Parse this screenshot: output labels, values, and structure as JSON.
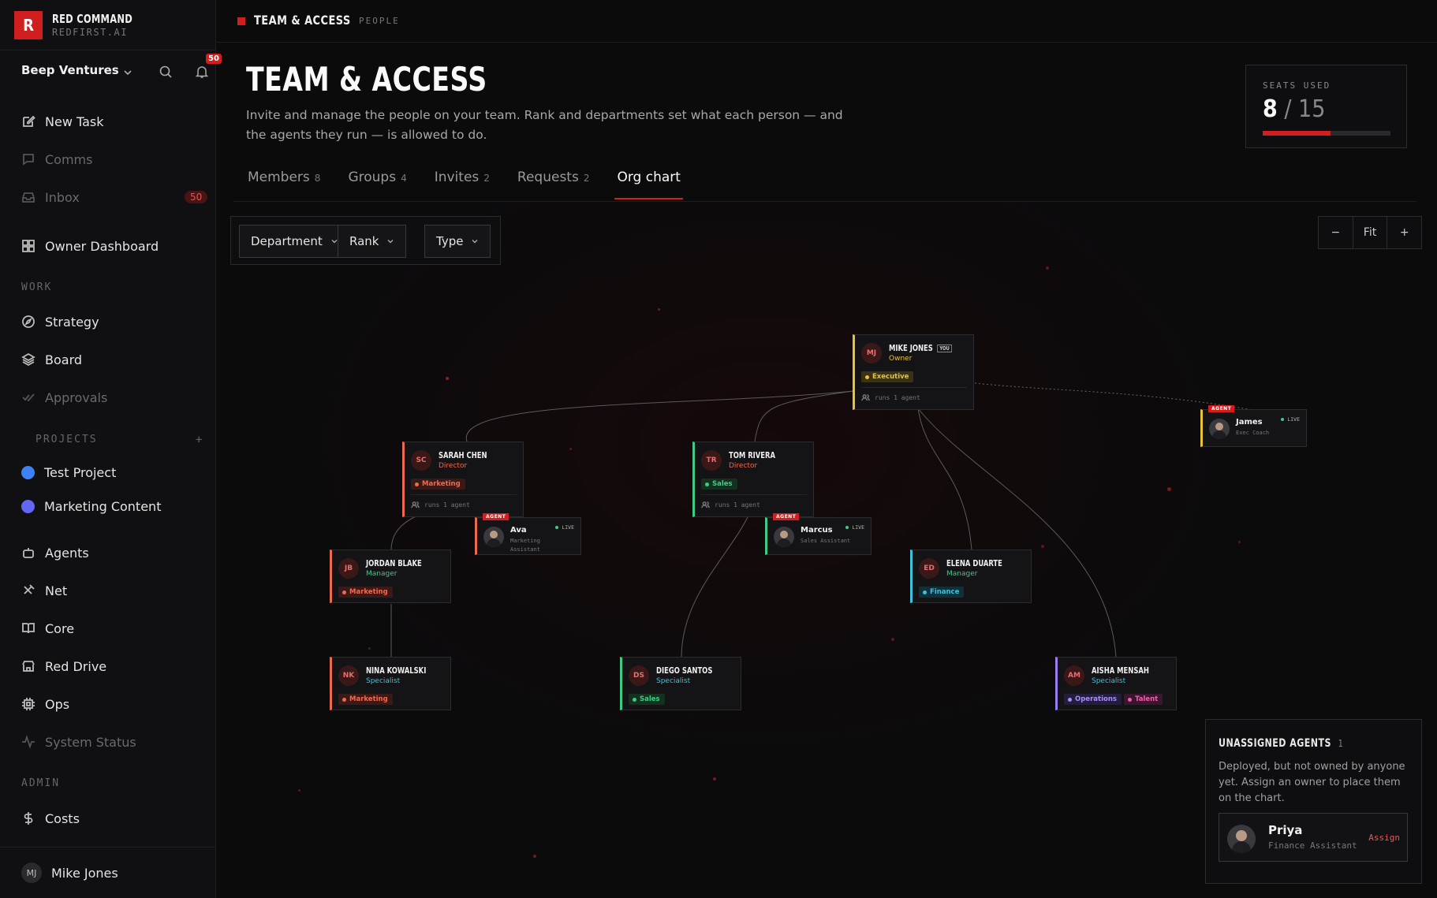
{
  "brand": {
    "logo": "R",
    "title": "RED COMMAND",
    "sub": "REDFIRST.AI"
  },
  "workspace": {
    "name": "Beep Ventures",
    "notif_count": "50"
  },
  "nav": {
    "new_task": "New Task",
    "comms": "Comms",
    "inbox": "Inbox",
    "inbox_count": "50",
    "owner_dashboard": "Owner Dashboard",
    "work_label": "WORK",
    "strategy": "Strategy",
    "board": "Board",
    "approvals": "Approvals",
    "projects_label": "PROJECTS",
    "projects_add": "+",
    "projects": [
      {
        "name": "Test Project",
        "color": "#3b82f6"
      },
      {
        "name": "Marketing Content",
        "color": "#6366f1"
      }
    ],
    "agents": "Agents",
    "net": "Net",
    "core": "Core",
    "red_drive": "Red Drive",
    "ops": "Ops",
    "system_status": "System Status",
    "admin_label": "ADMIN",
    "costs": "Costs"
  },
  "user": {
    "initials": "MJ",
    "name": "Mike Jones"
  },
  "topbar": {
    "title": "TEAM & ACCESS",
    "sub": "PEOPLE"
  },
  "page": {
    "title": "TEAM & ACCESS",
    "description": "Invite and manage the people on your team. Rank and departments set what each person — and the agents they run — is allowed to do."
  },
  "seats": {
    "label": "SEATS USED",
    "used": "8",
    "total": "15",
    "fraction": 0.533
  },
  "tabs": [
    {
      "label": "Members",
      "count": "8"
    },
    {
      "label": "Groups",
      "count": "4"
    },
    {
      "label": "Invites",
      "count": "2"
    },
    {
      "label": "Requests",
      "count": "2"
    },
    {
      "label": "Org chart",
      "count": ""
    }
  ],
  "filters": {
    "department": "Department",
    "rank": "Rank",
    "type": "Type"
  },
  "zoom": {
    "minus": "−",
    "fit": "Fit",
    "plus": "+"
  },
  "org": {
    "mike": {
      "initials": "MJ",
      "name": "MIKE JONES",
      "you": "YOU",
      "rank": "Owner",
      "tag": "Executive",
      "runs": "runs 1 agent"
    },
    "sarah": {
      "initials": "SC",
      "name": "SARAH CHEN",
      "rank": "Director",
      "tag": "Marketing",
      "runs": "runs 1 agent"
    },
    "tom": {
      "initials": "TR",
      "name": "TOM RIVERA",
      "rank": "Director",
      "tag": "Sales",
      "runs": "runs 1 agent"
    },
    "jordan": {
      "initials": "JB",
      "name": "JORDAN BLAKE",
      "rank": "Manager",
      "tag": "Marketing"
    },
    "elena": {
      "initials": "ED",
      "name": "ELENA DUARTE",
      "rank": "Manager",
      "tag": "Finance"
    },
    "nina": {
      "initials": "NK",
      "name": "NINA KOWALSKI",
      "rank": "Specialist",
      "tag": "Marketing"
    },
    "diego": {
      "initials": "DS",
      "name": "DIEGO SANTOS",
      "rank": "Specialist",
      "tag": "Sales"
    },
    "aisha": {
      "initials": "AM",
      "name": "AISHA MENSAH",
      "rank": "Specialist",
      "tag": "Operations",
      "tag2": "Talent"
    }
  },
  "agents": {
    "label": "AGENT",
    "live": "LIVE",
    "ava": {
      "name": "Ava",
      "role": "Marketing Assistant"
    },
    "marcus": {
      "name": "Marcus",
      "role": "Sales Assistant"
    },
    "james": {
      "name": "James",
      "role": "Exec Coach"
    }
  },
  "unassigned": {
    "title": "UNASSIGNED AGENTS",
    "count": "1",
    "description": "Deployed, but not owned by anyone yet. Assign an owner to place them on the chart.",
    "agent": {
      "name": "Priya",
      "role": "Finance Assistant",
      "action": "Assign"
    }
  }
}
